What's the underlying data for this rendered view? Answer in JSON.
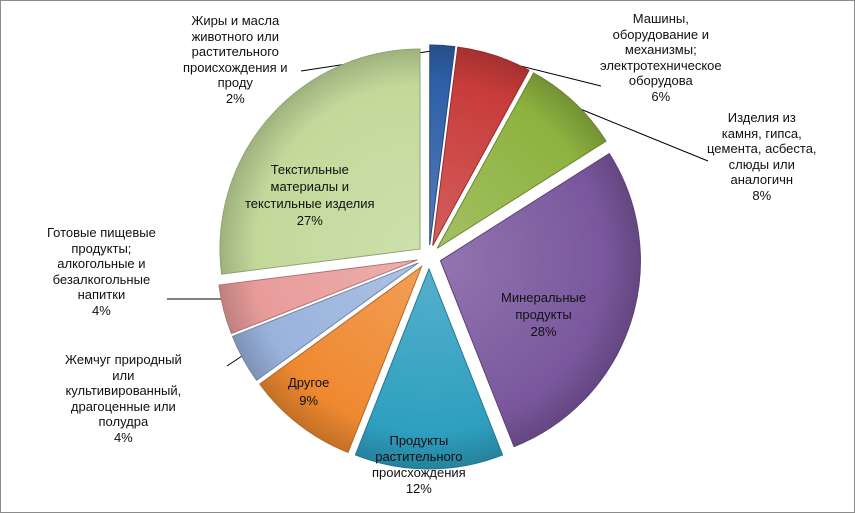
{
  "chart_data": {
    "type": "pie",
    "exploded": true,
    "style": "3d-gradient",
    "start_angle_deg": 0,
    "slices": [
      {
        "label": "Жиры и масла\nживотного или\nрастительного\nпроисхождения и\nпроду",
        "value": 2,
        "value_label": "2%",
        "color": "#2E5FA8"
      },
      {
        "label": "Машины,\nоборудование и\nмеханизмы;\nэлектротехническое\nоборудова",
        "value": 6,
        "value_label": "6%",
        "color": "#C83C3A"
      },
      {
        "label": "Изделия из\nкамня, гипса,\nцемента, асбеста,\nслюды или\nаналогичн",
        "value": 8,
        "value_label": "8%",
        "color": "#8EB23F"
      },
      {
        "label": "Минеральные\nпродукты",
        "value": 28,
        "value_label": "28%",
        "color": "#7A579D"
      },
      {
        "label": "Продукты\nрастительного\nпроисхождения",
        "value": 12,
        "value_label": "12%",
        "color": "#2E9FC0"
      },
      {
        "label": "Другое",
        "value": 9,
        "value_label": "9%",
        "color": "#EF8930"
      },
      {
        "label": "Жемчуг природный\nили\nкультивированный,\nдрагоценные или\nполудра",
        "value": 4,
        "value_label": "4%",
        "color": "#9AB3DD"
      },
      {
        "label": "Готовые пищевые\nпродукты;\nалкогольные и\nбезалкогольные\nнапитки",
        "value": 4,
        "value_label": "4%",
        "color": "#E89C9A"
      },
      {
        "label": "Текстильные\nматериалы и\nтекстильные изделия",
        "value": 27,
        "value_label": "27%",
        "color": "#C2D99A"
      }
    ]
  }
}
